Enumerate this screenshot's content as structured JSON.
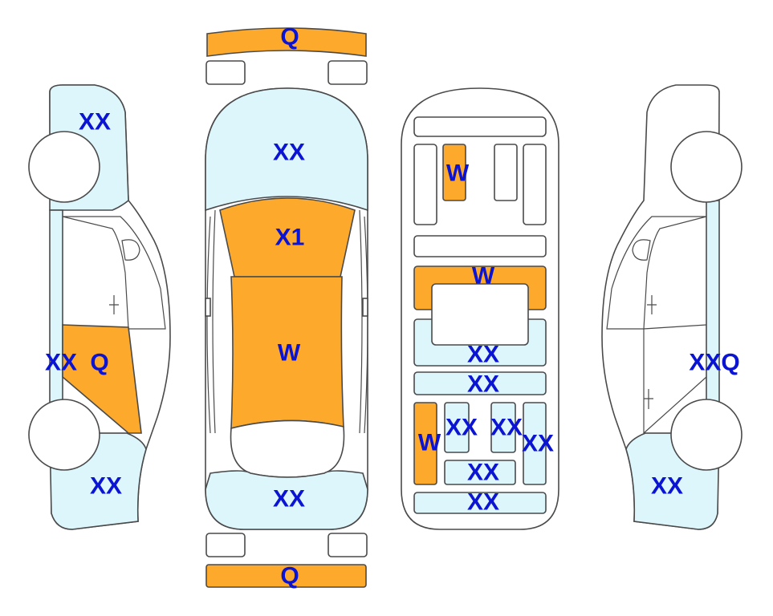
{
  "colors": {
    "damaged": "#FCA92C",
    "panel": "#DDF6FC",
    "plain": "#FFFFFF",
    "outline": "#4A4A4A",
    "label": "#0A14D2"
  },
  "views": {
    "left_side": {
      "labels": {
        "front_top": "XX",
        "door_left": "XX",
        "door_right": "Q",
        "rear_bottom": "XX"
      }
    },
    "top": {
      "labels": {
        "front_bumper": "Q",
        "hood": "XX",
        "windshield": "X1",
        "roof": "W",
        "trunk": "XX",
        "rear_bumper": "Q"
      }
    },
    "interior": {
      "labels": {
        "front_seat": "W",
        "dash": "W",
        "console_1": "XX",
        "console_2": "XX",
        "rear_left": "W",
        "rear_a": "XX",
        "rear_b": "XX",
        "rear_c": "XX",
        "rear_d": "XX",
        "rear_e": "XX"
      }
    },
    "right_side": {
      "labels": {
        "door": "XXQ",
        "rear_bottom": "XX"
      }
    }
  }
}
